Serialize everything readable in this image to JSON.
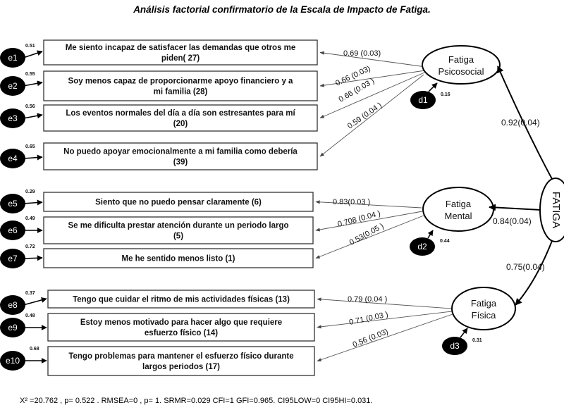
{
  "title": "Análisis  factorial confirmatorio de la Escala de Impacto de Fatiga.",
  "items": [
    {
      "error": "e1",
      "variance": "0.51",
      "lines": [
        "Me siento incapaz de satisfacer las demandas que otros me",
        "piden( 27)"
      ]
    },
    {
      "error": "e2",
      "variance": "0.55",
      "lines": [
        "Soy menos capaz de proporcionarme apoyo financiero y a",
        "mi familia (28)"
      ]
    },
    {
      "error": "e3",
      "variance": "0.56",
      "lines": [
        "Los eventos normales del día a día son estresantes para mí",
        "(20)"
      ]
    },
    {
      "error": "e4",
      "variance": "0.65",
      "lines": [
        "No puedo apoyar emocionalmente a mi familia como debería",
        "(39)"
      ]
    },
    {
      "error": "e5",
      "variance": "0.29",
      "lines": [
        "Siento que no puedo pensar  claramente (6)"
      ]
    },
    {
      "error": "e6",
      "variance": "0.49",
      "lines": [
        "Se me dificulta prestar atención durante un periodo largo",
        "(5)"
      ]
    },
    {
      "error": "e7",
      "variance": "0.72",
      "lines": [
        "Me he sentido menos listo (1)"
      ]
    },
    {
      "error": "e8",
      "variance": "0.37",
      "lines": [
        "Tengo que cuidar el ritmo de mis actividades físicas (13)"
      ]
    },
    {
      "error": "e9",
      "variance": "0.48",
      "lines": [
        "Estoy menos motivado para hacer algo que requiere",
        "esfuerzo físico (14)"
      ]
    },
    {
      "error": "e10",
      "variance": "0.68",
      "lines": [
        "Tengo problemas para mantener el esfuerzo físico durante",
        "largos periodos (17)"
      ]
    }
  ],
  "factors": [
    {
      "name": [
        "Fatiga",
        "Psicosocial"
      ],
      "disturbance": "d1",
      "variance": "0.16",
      "loading": "0.92(0.04)"
    },
    {
      "name": [
        "Fatiga",
        "Mental"
      ],
      "disturbance": "d2",
      "variance": "0.44",
      "loading": "0.84(0.04)"
    },
    {
      "name": [
        "Fatiga",
        "Física"
      ],
      "disturbance": "d3",
      "variance": "0.31",
      "loading": "0.75(0.04)"
    }
  ],
  "item_loadings": [
    "0.69 (0.03)",
    "0.66 (0.03)",
    "0.66 (0.03 )",
    "0.59 (0.04 )",
    "0.83(0.03 )",
    "0.708 (0.04 )",
    "0.53(0.05 )",
    "0.79 (0.04 )",
    "0.71 (0.03 )",
    "0.56 (0.03)"
  ],
  "second_order": "FATIGA",
  "footer": "X² =20.762 ,  p= 0.522 .  RMSEA=0 ,  p= 1. SRMR=0.029  CFI=1  GFI=0.965. CI95LOW=0  CI95HI=0.031."
}
